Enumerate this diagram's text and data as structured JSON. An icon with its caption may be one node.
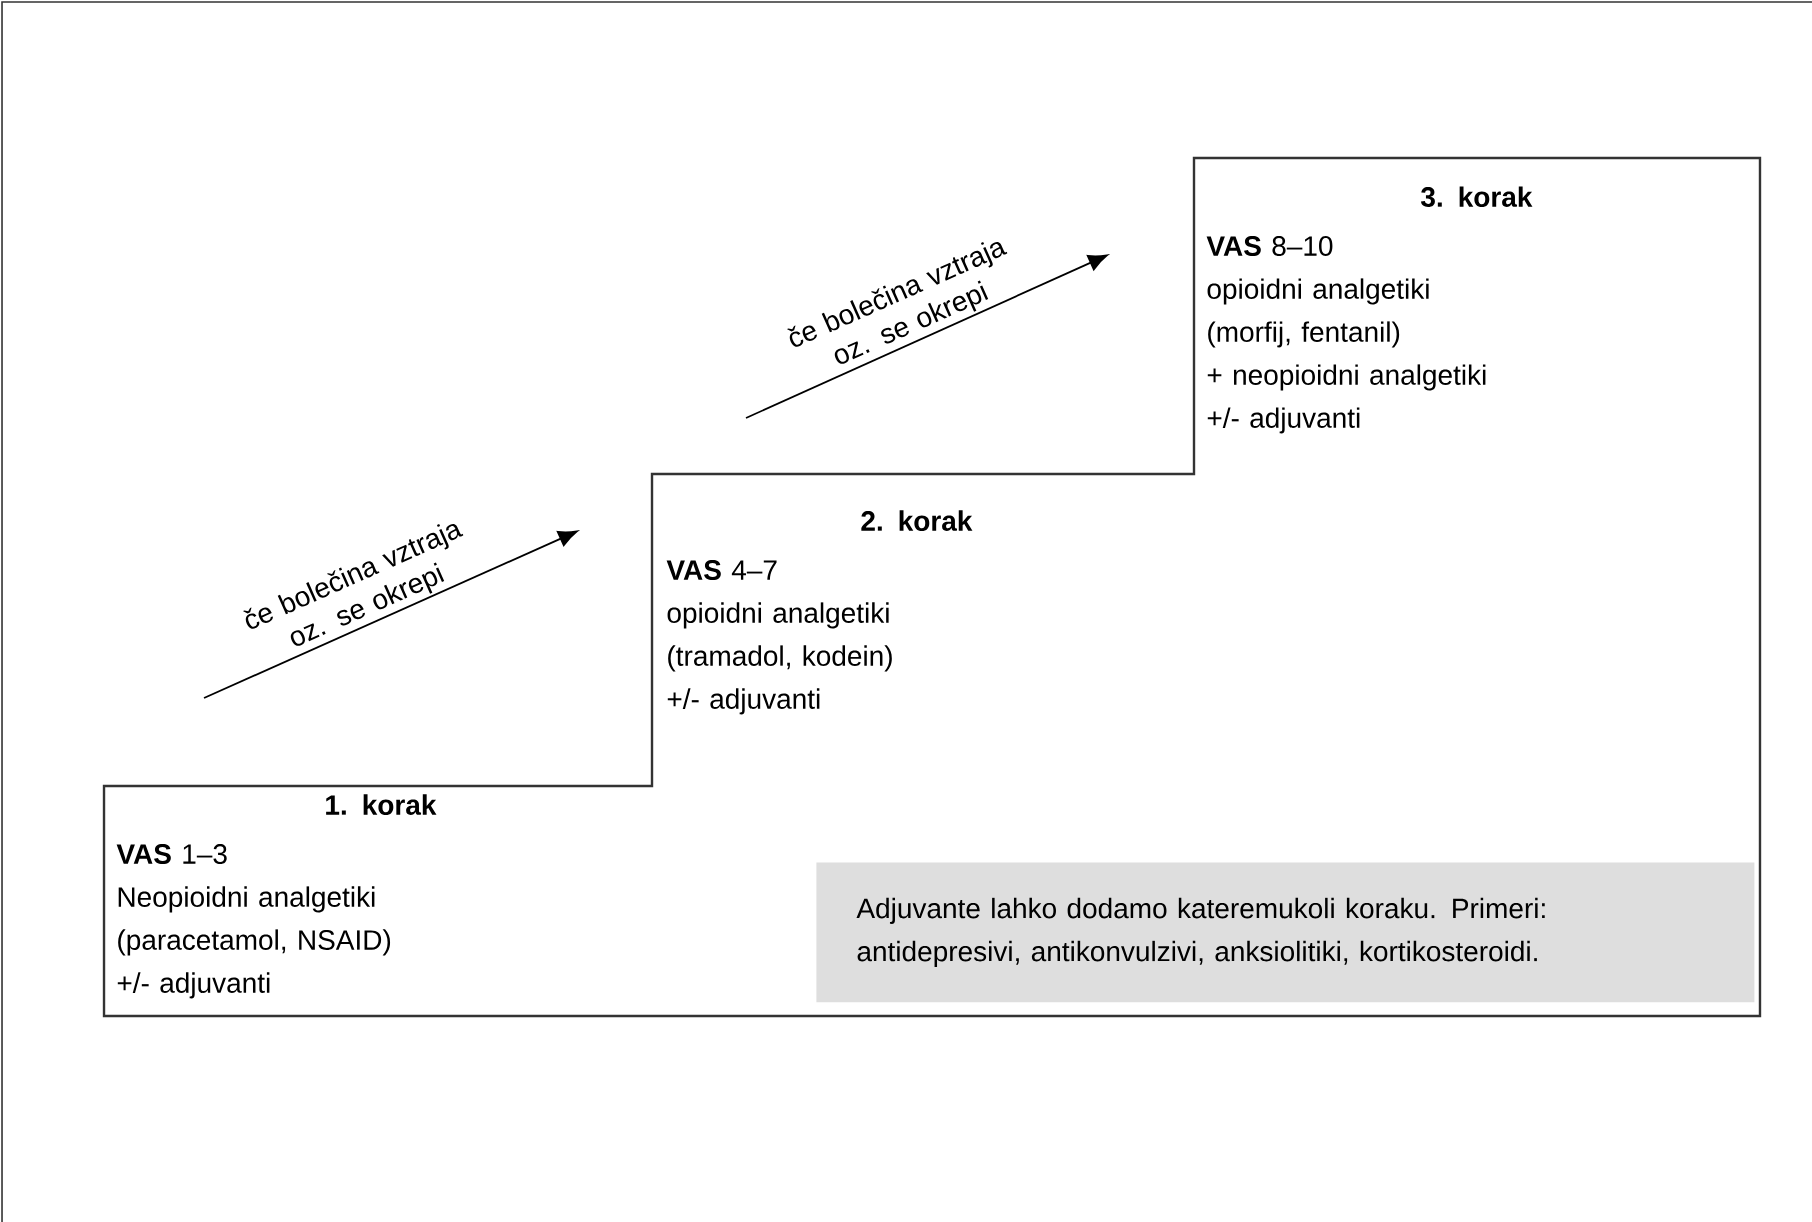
{
  "diagram": {
    "nodes": [
      {
        "text": [
          "1. korak",
          "**VAS** 1–3",
          "Neopioidni analgetiki",
          "(paracetamol, NSAID)",
          "+/- adjuvanti"
        ]
      },
      {
        "text": [
          "2. korak",
          "**VAS** 4–7",
          "opioidni analgetiki",
          "(tramadol, kodein)",
          "+/- adjuvanti"
        ]
      },
      {
        "text": [
          "3. korak",
          "**VAS** 8–10",
          "opioidni analgetiki",
          "(morfij, fentanil)",
          "+ neopioidni analgetiki",
          "+/- adjuvanti"
        ]
      },
      {
        "text": [
          "Adjuvante lahko dodamo kateremukoli koraku. Primeri: antidepresivi, antikonvulzivi, anksiolitiki, kortikosteroidi."
        ]
      }
    ],
    "edges": [
      {
        "from": 0,
        "to": 1,
        "arrow": "to",
        "label": "če bolečina vztraja oz. se okrepi"
      },
      {
        "from": 1,
        "to": 2,
        "arrow": "to",
        "label": "če bolečina vztraja oz. se okrepi"
      }
    ]
  }
}
